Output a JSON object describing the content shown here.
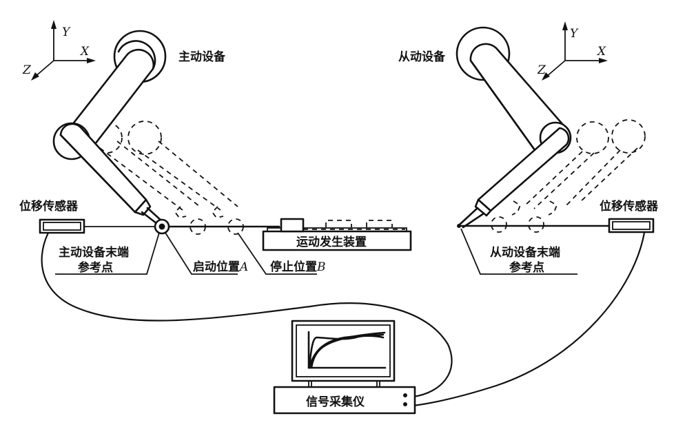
{
  "figure": {
    "left_device": {
      "title": "主动设备",
      "axes": {
        "x": "X",
        "y": "Y",
        "z": "Z"
      },
      "sensor_label": "位移传感器",
      "end_ref_line1": "主动设备末端",
      "end_ref_line2": "参考点",
      "start_label": "启动位置",
      "start_letter": "A",
      "stop_label": "停止位置",
      "stop_letter": "B"
    },
    "motion_device": {
      "label": "运动发生装置"
    },
    "right_device": {
      "title": "从动设备",
      "axes": {
        "x": "X",
        "y": "Y",
        "z": "Z"
      },
      "sensor_label": "位移传感器",
      "end_ref_line1": "从动设备末端",
      "end_ref_line2": "参考点"
    },
    "acquisition": {
      "label": "信号采集仪"
    }
  }
}
